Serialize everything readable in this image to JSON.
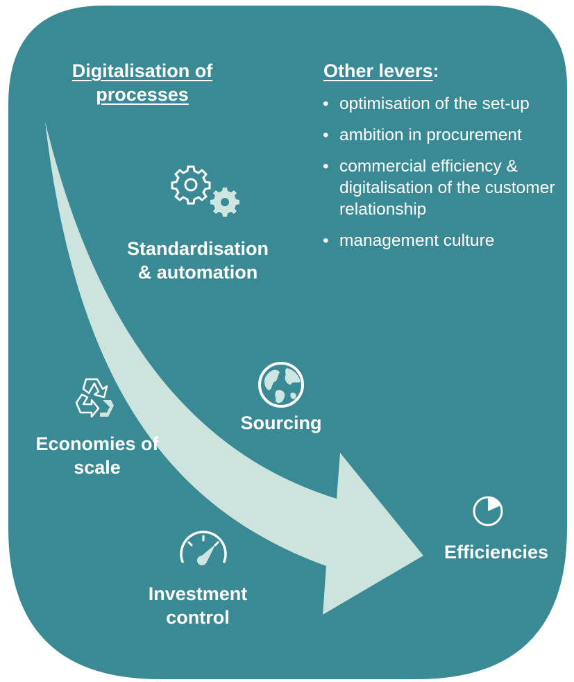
{
  "colors": {
    "panel": "#3a8a95",
    "arrow": "#cce3de",
    "text": "#ffffff",
    "icon_fill": "#cfe5e1"
  },
  "header_left": {
    "line1": "Digitalisation of",
    "line2": "processes"
  },
  "header_right": {
    "title": "Other levers",
    "suffix": ":"
  },
  "other_levers": [
    "optimisation of the set-up",
    "ambition in procurement",
    "commercial efficiency & digitalisation of the customer relationship",
    "management culture"
  ],
  "nodes": {
    "standardisation": {
      "line1": "Standardisation",
      "line2": "& automation",
      "icon": "gears-icon"
    },
    "economies": {
      "line1": "Economies of",
      "line2": "scale",
      "icon": "recycle-icon"
    },
    "sourcing": {
      "label": "Sourcing",
      "icon": "globe-icon"
    },
    "investment": {
      "line1": "Investment",
      "line2": "control",
      "icon": "gauge-icon"
    },
    "efficiencies": {
      "label": "Efficiencies",
      "icon": "pie-chart-icon"
    }
  }
}
